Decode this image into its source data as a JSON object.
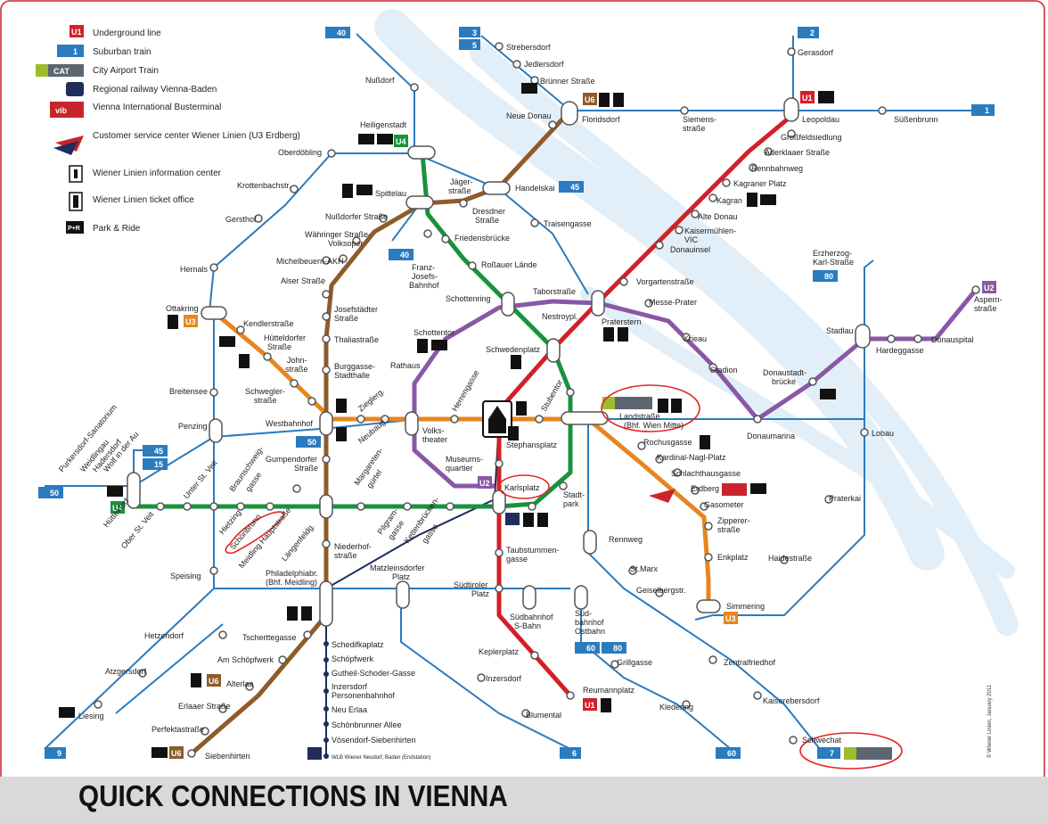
{
  "title": "QUICK CONNECTIONS IN VIENNA",
  "copyright": "© Wiener Linien, January 2011",
  "colors": {
    "U1": "#d32027",
    "U2": "#8a57a6",
    "U3": "#e8851e",
    "U4": "#18923d",
    "U6": "#8e5b2a",
    "S": "#2b7bbf",
    "annotation": "#e52521",
    "background_flow": "#e3eff8"
  },
  "legend": [
    {
      "icon": "u1-badge",
      "badge": "U1",
      "label": "Underground line"
    },
    {
      "icon": "s-badge",
      "badge": "1",
      "label": "Suburban train"
    },
    {
      "icon": "cat-logo",
      "badge": "CAT",
      "label": "City Airport Train"
    },
    {
      "icon": "wlb-logo",
      "badge": "",
      "label": "Regional railway Vienna-Baden"
    },
    {
      "icon": "vib-logo",
      "badge": "vib",
      "label": "Vienna International Busterminal"
    },
    {
      "icon": "wl-logo",
      "badge": "",
      "label": "Customer service center Wiener Linien (U3 Erdberg)"
    },
    {
      "icon": "info-icon",
      "badge": "",
      "label": "Wiener Linien information center"
    },
    {
      "icon": "ticket-icon",
      "badge": "",
      "label": "Wiener Linien ticket office"
    },
    {
      "icon": "park-ride-icon",
      "badge": "P+R",
      "label": "Park & Ride"
    }
  ],
  "s_badges": {
    "s40": "40",
    "s3": "3",
    "s5": "5",
    "s2": "2",
    "s1": "1",
    "s45": "45",
    "s50": "50",
    "s15": "15",
    "s80": "80",
    "s60": "60",
    "s7": "7",
    "s9": "9",
    "s6": "6"
  },
  "u_badges": {
    "U1": "U1",
    "U2": "U2",
    "U3": "U3",
    "U4": "U4",
    "U6": "U6"
  },
  "stations": {
    "nussdorf": "Nußdorf",
    "heiligenstadt": "Heiligenstadt",
    "oberdoebling": "Oberdöbling",
    "krottenbachstr": "Krottenbachstr.",
    "gersthof": "Gersthof",
    "hernals": "Hernals",
    "ottakring": "Ottakring",
    "breitensee": "Breitensee",
    "penzing": "Penzing",
    "spittelau": "Spittelau",
    "nussdorfer_str": "Nußdorfer Straße",
    "waehringer_str": "Währinger Straße-",
    "waehringer_str2": "Volksoper",
    "michelbeuern": "Michelbeuern-AKH",
    "alser_str": "Alser Straße",
    "josefstaedter": "Josefstädter",
    "josefstaedter2": "Straße",
    "thaliastrasse": "Thaliastraße",
    "burggasse": "Burggasse-",
    "burggasse2": "Stadthalle",
    "westbahnhof": "Westbahnhof",
    "gumpendorfer": "Gumpendorfer",
    "gumpendorfer2": "Straße",
    "laengenfeldg": "Längenfeldg.",
    "niederhofstr": "Niederhof-",
    "niederhofstr2": "straße",
    "philadelphia": "Philadelphiabr.",
    "philadelphia2": "(Bhf. Meidling)",
    "tscherttegasse": "Tscherttegasse",
    "am_schoepfwerk": "Am Schöpfwerk",
    "alterlaa": "Alterlaa",
    "erlaaer_str": "Erlaaer Straße",
    "perfektastr": "Perfektastraße",
    "siebenhirten": "Siebenhirten",
    "kendlerstr": "Kendlerstraße",
    "huetteldorfer": "Hütteldorfer",
    "huetteldorfer2": "Straße",
    "johnstr": "John-",
    "johnstr2": "straße",
    "schweglerstr": "Schwegler-",
    "schweglerstr2": "straße",
    "zieglerg": "Zieglerg.",
    "neubaug": "Neubaug.",
    "volkstheater": "Volks-",
    "volkstheater2": "theater",
    "rathaus": "Rathaus",
    "schottentor": "Schottentor",
    "herrengasse": "Herrengasse",
    "stephansplatz": "Stephansplatz",
    "stubentor": "Stubentor",
    "museumsquartier": "Museums-",
    "museumsquartier2": "quartier",
    "karlsplatz": "Karlsplatz",
    "stadtpark": "Stadt-",
    "stadtpark2": "park",
    "landstrasse": "Landstraße",
    "landstrasse2": "(Bhf. Wien Mitte)",
    "schwedenplatz": "Schwedenplatz",
    "schottenring": "Schottenring",
    "rossauer": "Roßauer Lände",
    "friedensbruecke": "Friedensbrücke",
    "taborstrasse": "Taborstraße",
    "nestroyplatz": "Nestroypl.",
    "praterstern": "Praterstern",
    "messe_prater": "Messe-Prater",
    "krieau": "Krieau",
    "stadion": "Stadion",
    "donaumarina": "Donaumarina",
    "donaustadtbruecke": "Donaustadt-",
    "donaustadtbruecke2": "brücke",
    "stadlau": "Stadlau",
    "hardeggasse": "Hardeggasse",
    "donauspital": "Donauspital",
    "aspernstrasse": "Aspern-",
    "aspernstrasse2": "straße",
    "erzherzog": "Erzherzog-",
    "erzherzog2": "Karl-Straße",
    "lobau": "Lobau",
    "praterkai": "Praterkai",
    "haidestrasse": "Haidestraße",
    "simmering": "Simmering",
    "enkplatz": "Enkplatz",
    "zippererstr": "Zipperer-",
    "zippererstr2": "straße",
    "gasometer": "Gasometer",
    "erdberg": "Erdberg",
    "schlachthausgasse": "Schlachthausgasse",
    "kardinal": "Kardinal-Nagl-Platz",
    "rochusgasse": "Rochusgasse",
    "vorgartenstrasse": "Vorgartenstraße",
    "donauinsel": "Donauinsel",
    "kaisermuehlen": "Kaisermühlen-",
    "kaisermuehlen2": "VIC",
    "alte_donau": "Alte Donau",
    "kagran": "Kagran",
    "kagraner_platz": "Kagraner Platz",
    "rennbahnweg": "Rennbahnweg",
    "aderklaaer": "Aderklaaer Straße",
    "grossfeldsiedlung": "Großfeldsiedlung",
    "leopoldau": "Leopoldau",
    "siemensstrasse": "Siemens-",
    "siemensstrasse2": "straße",
    "suessenbrunn": "Süßenbrunn",
    "gerasdorf": "Gerasdorf",
    "floridsdorf": "Floridsdorf",
    "neue_donau": "Neue Donau",
    "bruenner": "Brünner Straße",
    "jedlersdorf": "Jedlersdorf",
    "strebersdorf": "Strebersdorf",
    "handelskai": "Handelskai",
    "traisengasse": "Traisengasse",
    "jaegerstrasse": "Jäger-",
    "jaegerstrasse2": "straße",
    "dresdner": "Dresdner",
    "dresdner2": "Straße",
    "franz_josefs": "Franz-",
    "franz_josefs2": "Josefs-",
    "franz_josefs3": "Bahnhof",
    "rennweg": "Rennweg",
    "st_marx": "St.Marx",
    "geiselbergstr": "Geiselbergstr.",
    "zentralfriedhof": "Zentralfriedhof",
    "kaiserebersdorf": "Kaiserebersdorf",
    "schwechat": "Schwechat",
    "kledering": "Kledering",
    "grillgasse": "Grillgasse",
    "suedbahnhof_ost": "Süd-",
    "suedbahnhof_ost2": "bahnhof",
    "suedbahnhof_ost3": "Ostbahn",
    "suedbahnhof_sb": "Südbahnhof",
    "suedbahnhof_sb2": "S-Bahn",
    "suedtiroler": "Südtiroler",
    "suedtiroler2": "Platz",
    "taubstummengasse": "Taubstummen-",
    "taubstummengasse2": "gasse",
    "keplerplatz": "Keplerplatz",
    "reumannplatz": "Reumannplatz",
    "inzersdorf": "Inzersdorf",
    "blumental": "Blumental",
    "matzleinsdorfer": "Matzleinsdorfer",
    "matzleinsdorfer2": "Platz",
    "pilgramgasse": "Pilgram-",
    "pilgramgasse2": "gasse",
    "kettenbrueckengasse": "Kettenbrücken-",
    "kettenbrueckengasse2": "gasse",
    "margaretenguertel": "Margareten-",
    "margaretenguertel2": "gürtel",
    "meidling_haupt": "Meidling Hauptstraße",
    "schoenbrunn": "Schönbrunn",
    "hietzing": "Hietzing",
    "braunschweiggasse": "Braunschweig-",
    "braunschweiggasse2": "gasse",
    "unter_st_veit": "Unter St. Veit",
    "ober_st_veit": "Ober St. Veit",
    "huetteldorf": "Hütteldorf",
    "wolf_in_der_au": "Wolf in der Au",
    "hadersdorf": "Hadersdorf",
    "weidlingau": "Weidlingau",
    "purkersdorf": "Purkersdorf-Sanatorium",
    "speising": "Speising",
    "hetzendorf": "Hetzendorf",
    "atzgersdorf": "Atzgersdorf",
    "liesing": "Liesing",
    "schedifkaplatz": "Schedifkaplatz",
    "schoepfwerk_b": "Schöpfwerk",
    "gutheil": "Gutheil-Schoder-Gasse",
    "inzersdorf_pb": "Inzersdorf",
    "inzersdorf_pb2": "Personenbahnhof",
    "neu_erlaa": "Neu Erlaa",
    "schoenbrunner_allee": "Schönbrunner Allee",
    "voesendorf": "Vösendorf-Siebenhirten",
    "wlb_note": "WLB Wiener Neudorf, Baden (Endstation)"
  }
}
